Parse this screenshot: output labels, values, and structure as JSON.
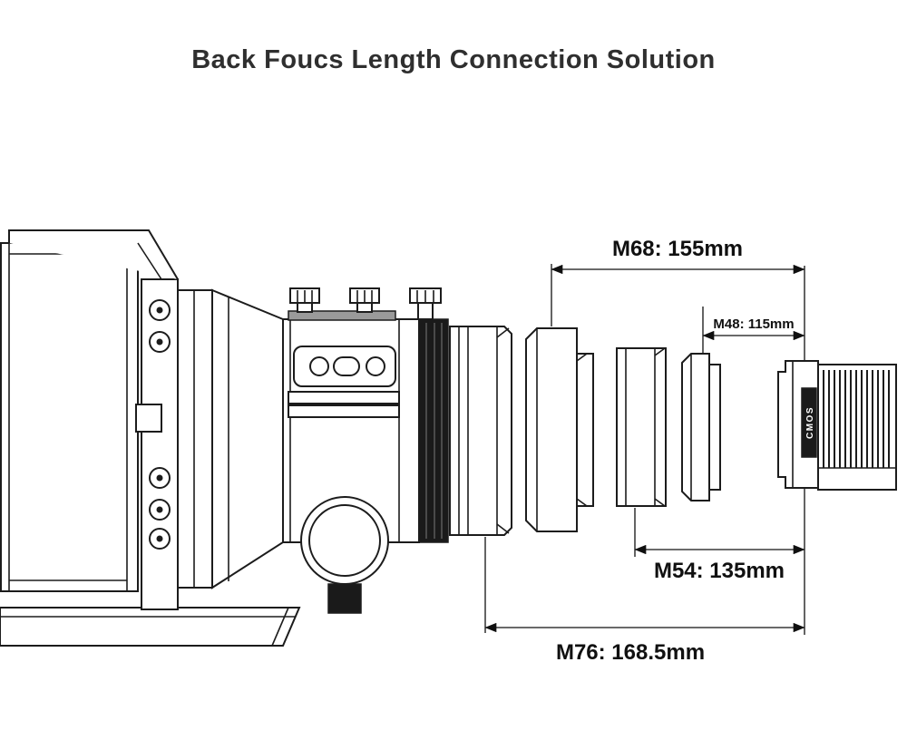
{
  "title": "Back Foucs Length Connection Solution",
  "dimensions": {
    "m68": "M68: 155mm",
    "m48": "M48: 115mm",
    "m54": "M54: 135mm",
    "m76": "M76: 168.5mm"
  },
  "camera": {
    "sensor_label": "CMOS"
  },
  "colors": {
    "background": "#ffffff",
    "line": "#1c1c1c",
    "title_text": "#2f2f2f",
    "dimension_text": "#101010"
  }
}
